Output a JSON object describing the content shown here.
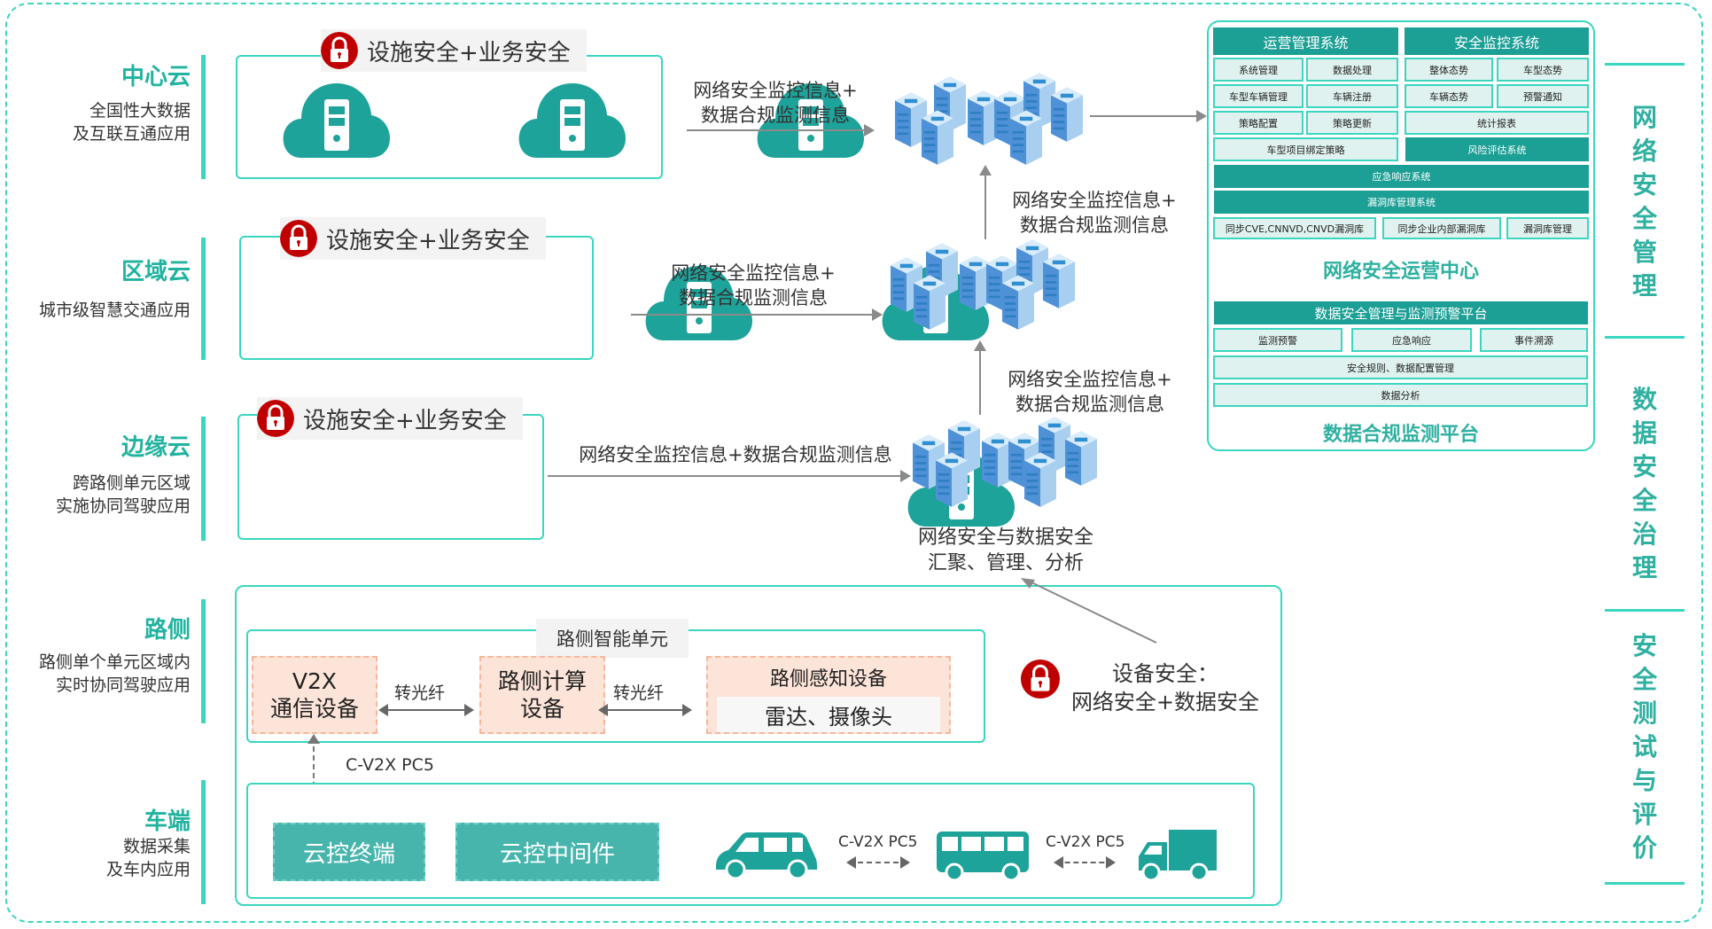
{
  "levels": [
    {
      "title": "中心云",
      "desc": [
        "全国性大数据",
        "及互联互通应用"
      ]
    },
    {
      "title": "区域云",
      "desc": [
        "城市级智慧交通应用"
      ]
    },
    {
      "title": "边缘云",
      "desc": [
        "跨路侧单元区域",
        "实施协同驾驶应用"
      ]
    },
    {
      "title": "路侧",
      "desc": [
        "路侧单个单元区域内",
        "实时协同驾驶应用"
      ]
    },
    {
      "title": "车端",
      "desc": [
        "数据采集",
        "及车内应用"
      ]
    }
  ],
  "cloud_security_badge": "设施安全+业务安全",
  "flows": {
    "center": [
      "网络安全监控信息+",
      "数据合规监测信息"
    ],
    "region": [
      "网络安全监控信息+",
      "数据合规监测信息"
    ],
    "edge": "网络安全监控信息+数据合规监测信息",
    "up_upper": [
      "网络安全监控信息+",
      "数据合规监测信息"
    ],
    "up_lower": [
      "网络安全监控信息+",
      "数据合规监测信息"
    ]
  },
  "aggregation_label": [
    "网络安全与数据安全",
    "汇聚、管理、分析"
  ],
  "roadside": {
    "unit_title": "路侧智能单元",
    "v2x": [
      "V2X",
      "通信设备"
    ],
    "link1": "转光纤",
    "compute": [
      "路侧计算",
      "设备"
    ],
    "link2": "转光纤",
    "sensing_title": "路侧感知设备",
    "sensing_items": "雷达、摄像头",
    "pc5_vertical": "C-V2X PC5"
  },
  "device_security": [
    "设备安全：",
    "网络安全+数据安全"
  ],
  "vehicle": {
    "terminal": "云控终端",
    "middleware": "云控中间件",
    "pc5_1": "C-V2X PC5",
    "pc5_2": "C-V2X PC5",
    "vehicles": [
      "car-icon",
      "bus-icon",
      "truck-icon"
    ]
  },
  "right_panel": {
    "ops_title": "运营管理系统",
    "mon_title": "安全监控系统",
    "ops_cells": [
      "系统管理",
      "数据处理",
      "车型车辆管理",
      "车辆注册",
      "策略配置",
      "策略更新"
    ],
    "ops_wide": "车型项目绑定策略",
    "mon_cells": [
      "整体态势",
      "车型态势",
      "车辆态势",
      "预警通知"
    ],
    "mon_wide": "统计报表",
    "risk": "风险评估系统",
    "emergency": "应急响应系统",
    "vuln_title": "漏洞库管理系统",
    "vuln_cells": [
      "同步CVE,CNNVD,CNVD漏洞库",
      "同步企业内部漏洞库",
      "漏洞库管理"
    ],
    "soc_title": "网络安全运营中心",
    "dsm_title": "数据安全管理与监测预警平台",
    "dsm_cells": [
      "监测预警",
      "应急响应",
      "事件溯源"
    ],
    "dsm_rules": "安全规则、数据配置管理",
    "dsm_analysis": "数据分析",
    "compliance_title": "数据合规监测平台"
  },
  "side_labels": [
    "网络安全管理",
    "数据安全治理",
    "安全测试与评价"
  ],
  "colors": {
    "teal": "#1c9f95",
    "accent_line": "#3ad6c0",
    "lock_red": "#c00000",
    "device_fill": "#fde4d8"
  }
}
